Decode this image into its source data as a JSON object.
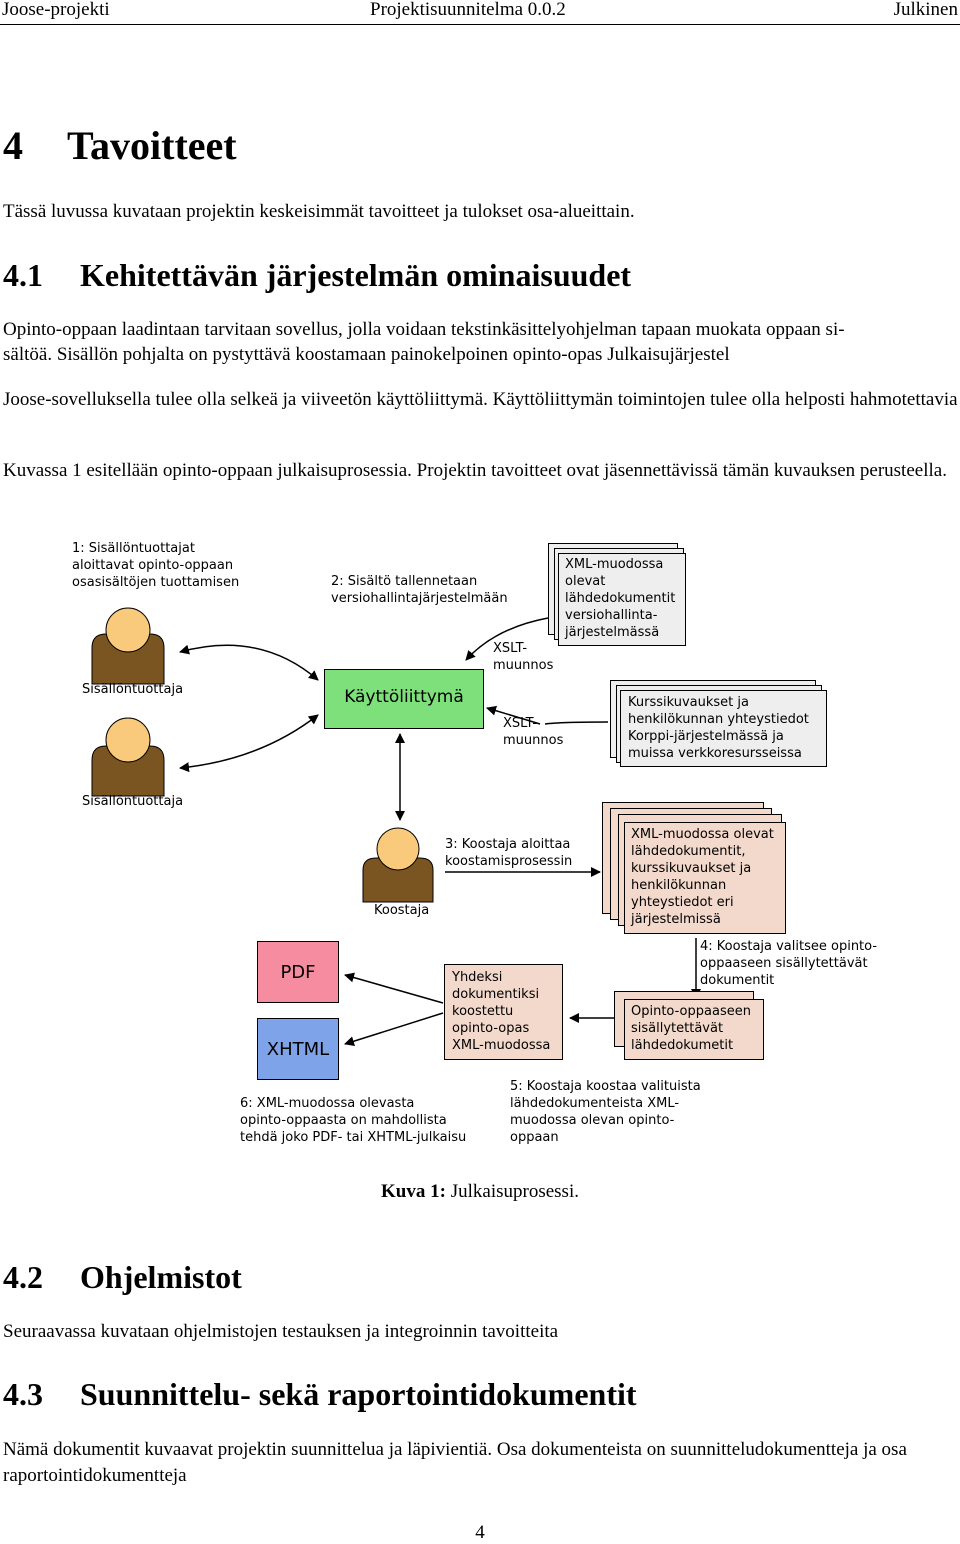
{
  "header": {
    "left": "Joose-projekti",
    "center": "Projektisuunnitelma 0.0.2",
    "right": "Julkinen"
  },
  "section4": {
    "number": "4",
    "title": "Tavoitteet",
    "intro": "Tässä luvussa kuvataan projektin keskeisimmät tavoitteet ja tulokset osa-alueittain."
  },
  "section41": {
    "number": "4.1",
    "title": "Kehitettävän järjestelmän ominaisuudet",
    "para1_line1": "Opinto-oppaan laadintaan tarvitaan sovellus, jolla voidaan tekstinkäsittelyohjelman tapaan muokata oppaan si-",
    "para1_line2": "sältöä. Sisällön pohjalta on pystyttävä koostamaan painokelpoinen opinto-opas Julkaisujärjestel",
    "para2": "Joose-sovelluksella tulee olla selkeä ja viiveetön käyttöliittymä. Käyttöliittymän toimintojen tulee olla helposti hahmotettavia",
    "para3": "Kuvassa 1 esitellään opinto-oppaan julkaisuprosessia. Projektin tavoitteet ovat jäsennettävissä tämän kuvauksen perusteella."
  },
  "diagram": {
    "step1": [
      "1: Sisällöntuottajat",
      "aloittavat opinto-oppaan",
      "osasisältöjen tuottamisen"
    ],
    "step2": [
      "2: Sisältö tallennetaan",
      "versiohallintajärjestelmään"
    ],
    "step3": [
      "3: Koostaja aloittaa",
      "koostamisprosessin"
    ],
    "step4": [
      "4: Koostaja valitsee opinto-",
      "oppaaseen sisällytettävät",
      "dokumentit"
    ],
    "step5": [
      "5: Koostaja koostaa valituista",
      "lähdedokumenteista XML-",
      "muodossa olevan opinto-",
      "oppaan"
    ],
    "step6": [
      "6: XML-muodossa olevasta",
      "opinto-oppaasta on mahdollista",
      "tehdä joko PDF- tai XHTML-julkaisu"
    ],
    "actor_label_1": "Sisällöntuottaja",
    "actor_label_2": "Sisällöntuottaja",
    "actor_label_3": "Koostaja",
    "ui_label": "Käyttöliittymä",
    "xslt_1": [
      "XSLT-",
      "muunnos"
    ],
    "xslt_2": [
      "XSLT-",
      "muunnos"
    ],
    "xml_docs": [
      "XML-muodossa",
      "olevat",
      "lähdedokumentit",
      "versiohallinta-",
      "järjestelmässä"
    ],
    "course_docs": [
      "Kurssikuvaukset ja",
      "henkilökunnan yhteystiedot",
      "Korppi-järjestelmässä ja",
      "muissa verkkoresursseissa"
    ],
    "all_docs": [
      "XML-muodossa olevat",
      "lähdedokumentit,",
      "kurssikuvaukset ja",
      "henkilökunnan",
      "yhteystiedot eri",
      "järjestelmissä"
    ],
    "selected_docs": [
      "Opinto-oppaaseen",
      "sisällytettävät",
      "lähdedokumetit"
    ],
    "combined_doc": [
      "Yhdeksi",
      "dokumentiksi",
      "koostettu",
      "opinto-opas",
      "XML-muodossa"
    ],
    "pdf_label": "PDF",
    "xhtml_label": "XHTML",
    "colors": {
      "ui_green": "#7ee07a",
      "pdf_pink": "#f58ca0",
      "xhtml_blue": "#7fa3e8",
      "doc_grey": "#eeeeee",
      "doc_peach": "#f3d9cb",
      "person_head": "#f9c97c",
      "person_body": "#7a5522"
    }
  },
  "caption": {
    "label": "Kuva 1:",
    "text": "Julkaisuprosessi."
  },
  "section42": {
    "number": "4.2",
    "title": "Ohjelmistot",
    "para": "Seuraavassa kuvataan ohjelmistojen testauksen ja integroinnin tavoitteita"
  },
  "section43": {
    "number": "4.3",
    "title": "Suunnittelu- sekä raportointidokumentit",
    "para": "Nämä dokumentit kuvaavat projektin suunnittelua ja läpivientiä. Osa dokumenteista on suunnitteludokumentteja ja osa raportointidokumentteja"
  },
  "page_number": "4"
}
